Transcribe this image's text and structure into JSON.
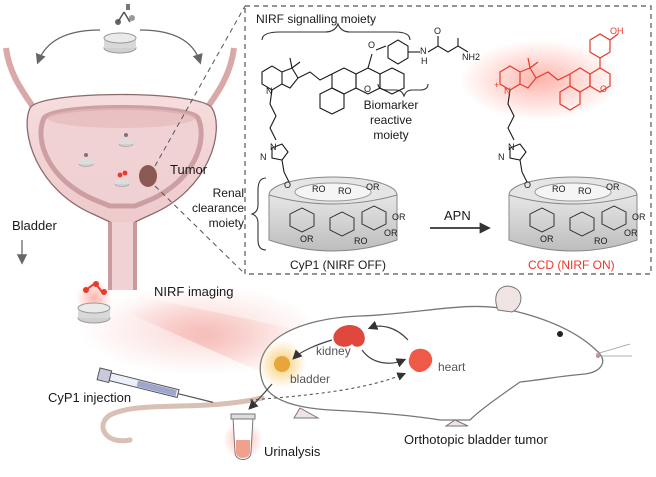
{
  "labels": {
    "nirf_signalling_moiety": "NIRF signalling moiety",
    "biomarker_reactive_moiety": "Biomarker reactive moiety",
    "renal_clearance_moiety": "Renal clearance moiety",
    "tumor": "Tumor",
    "bladder": "Bladder",
    "apn": "APN",
    "cyp1": "CyP1 (NIRF OFF)",
    "ccd": "CCD (NIRF ON)",
    "nirf_imaging": "NIRF imaging",
    "kidney": "kidney",
    "heart": "heart",
    "bladder_organ": "bladder",
    "cyp1_injection": "CyP1 injection",
    "urinalysis": "Urinalysis",
    "orthotopic": "Orthotopic bladder tumor"
  },
  "chem": {
    "oh": "OH",
    "o": "O",
    "n": "N",
    "h": "H",
    "nh2": "NH2",
    "ro": "RO",
    "or": "OR",
    "plus": "+"
  },
  "colors": {
    "probe_red": "#e8392c",
    "bladder_pink": "#f3d5d6",
    "bladder_rim": "#c99a9e",
    "kidney": "#e0483d",
    "heart": "#ef5a48",
    "bladder_glow": "#f0b341",
    "tumor": "#8b5a55",
    "cd_grey": "#d4d4d4"
  }
}
